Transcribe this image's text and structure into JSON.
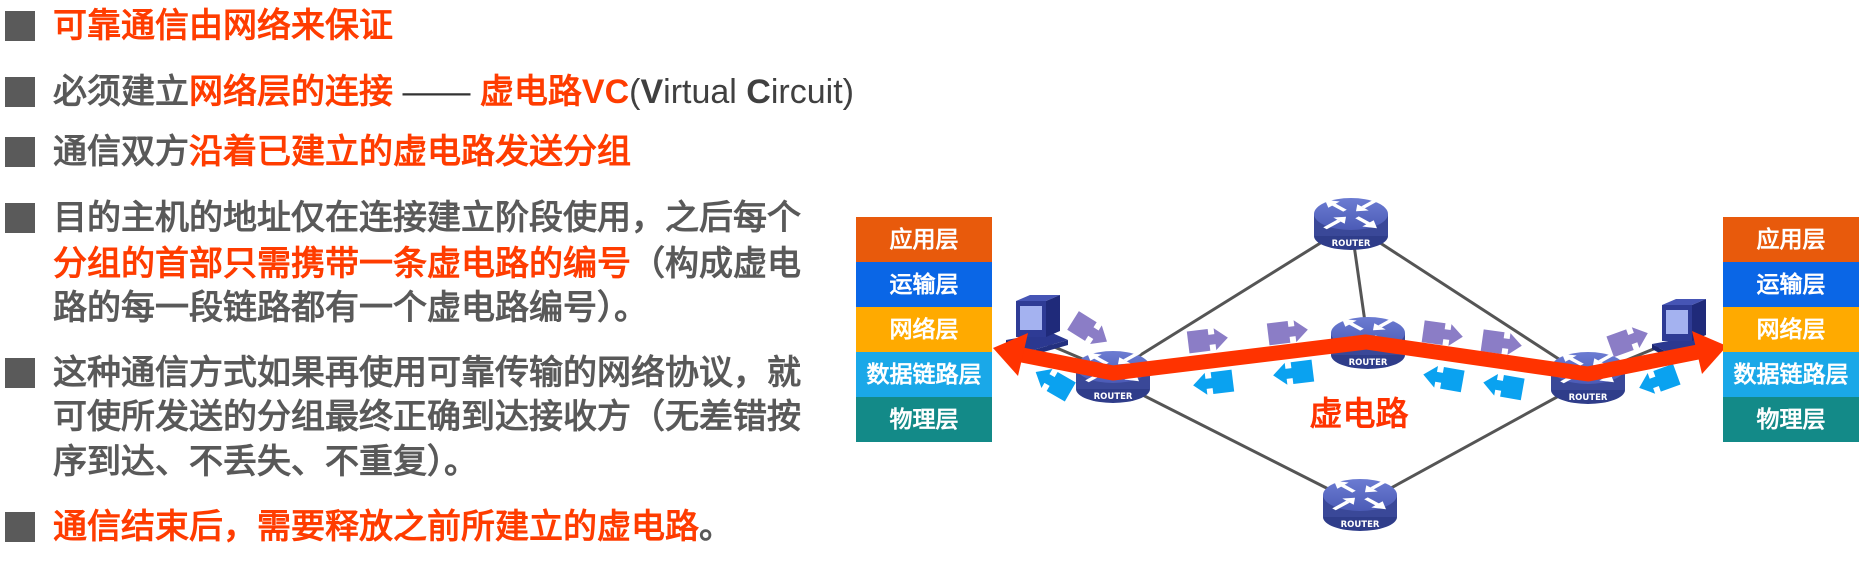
{
  "theme": {
    "emphasis_color": "#FF3C00",
    "text_color": "#595959"
  },
  "bullets": [
    {
      "lines": [
        [
          {
            "text": "可靠通信由网络来保证",
            "em": true
          }
        ]
      ]
    },
    {
      "lines": [
        [
          {
            "text": "必须建立"
          },
          {
            "text": "网络层的连接",
            "em": true
          },
          {
            "text": " —— "
          },
          {
            "text": "虚电路VC",
            "em": true
          },
          {
            "text": "("
          },
          {
            "text": "V",
            "bold": true
          },
          {
            "text": "irtual "
          },
          {
            "text": "C",
            "bold": true
          },
          {
            "text": "ircuit)"
          }
        ]
      ]
    },
    {
      "lines": [
        [
          {
            "text": "通信双方"
          },
          {
            "text": "沿着已建立的虚电路发送分组",
            "em": true
          }
        ]
      ]
    },
    {
      "lines": [
        [
          {
            "text": "目的主机的地址仅在连接建立阶段使用，之后每个"
          }
        ],
        [
          {
            "text": "分组的首部只需携带一条虚电路的编号",
            "em": true
          },
          {
            "text": "（构成虚电"
          }
        ],
        [
          {
            "text": "路的每一段链路都有一个虚电路编号）。"
          }
        ]
      ]
    },
    {
      "lines": [
        [
          {
            "text": "这种通信方式如果再使用可靠传输的网络协议，就"
          }
        ],
        [
          {
            "text": "可使所发送的分组最终正确到达接收方（无差错按"
          }
        ],
        [
          {
            "text": "序到达、不丢失、不重复）。"
          }
        ]
      ]
    },
    {
      "lines": [
        [
          {
            "text": "通信结束后，需要释放之前所建立的虚电路",
            "em": true
          },
          {
            "text": "。"
          }
        ]
      ]
    }
  ],
  "diagram": {
    "left_host_stack": [
      {
        "name": "应用层",
        "color": "#E85A0C"
      },
      {
        "name": "运输层",
        "color": "#0A66E6"
      },
      {
        "name": "网络层",
        "color": "#FFAA00"
      },
      {
        "name": "数据链路层",
        "color": "#1AA8E8"
      },
      {
        "name": "物理层",
        "color": "#138A88"
      }
    ],
    "right_host_stack": [
      {
        "name": "应用层",
        "color": "#E85A0C"
      },
      {
        "name": "运输层",
        "color": "#0A66E6"
      },
      {
        "name": "网络层",
        "color": "#FFAA00"
      },
      {
        "name": "数据链路层",
        "color": "#1AA8E8"
      },
      {
        "name": "物理层",
        "color": "#138A88"
      }
    ],
    "router_label": "ROUTER",
    "vc_label": "虚电路",
    "colors": {
      "virtual_circuit": "#FF3300",
      "link": "#555555",
      "router_top": "#5B6BC4",
      "router_side": "#3A4898",
      "packet_forward": "#8B7DC6",
      "packet_backward": "#0AA2F0"
    }
  }
}
